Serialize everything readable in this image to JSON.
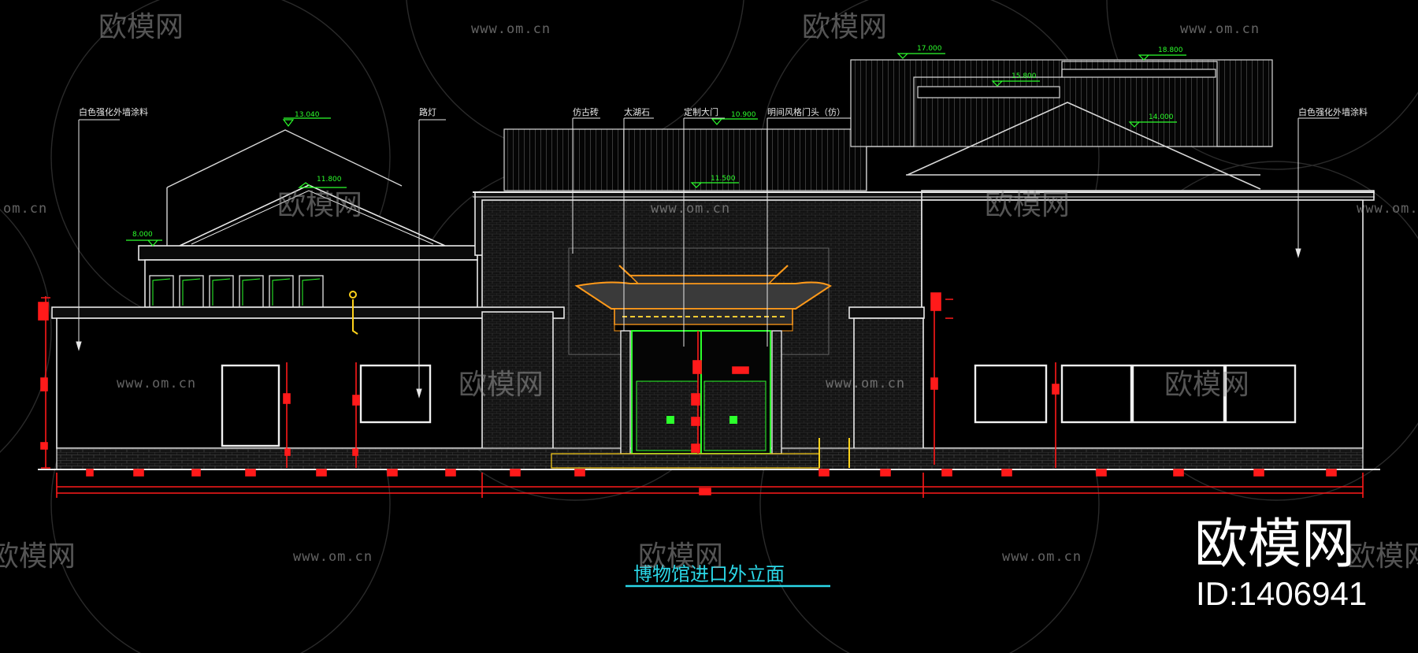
{
  "title": "博物馆进口外立面",
  "callouts": {
    "left_wall": "白色强化外墙涂料",
    "bell": "路灯",
    "stone_step": "仿古砖",
    "drum_stone": "太湖石",
    "gate": "定制大门",
    "hall_head": "明间风格门头（仿）",
    "right_wall": "白色强化外墙涂料"
  },
  "levels": [
    "13.040",
    "11.800",
    "8.000",
    "10.900",
    "11.500",
    "17.000",
    "15.800",
    "18.800",
    "14.000"
  ],
  "watermark": {
    "brand": "欧模网",
    "url": "www.om.cn",
    "url_short": "om.cn"
  },
  "brand_mark": {
    "name": "欧模网",
    "id": "ID:1406941"
  },
  "colors": {
    "background": "#000000",
    "line": "#e8e8e8",
    "dimension": "#ff1a1a",
    "level": "#2cff2c",
    "title": "#2bd8e8",
    "roof_orange": "#ff9a1a"
  }
}
